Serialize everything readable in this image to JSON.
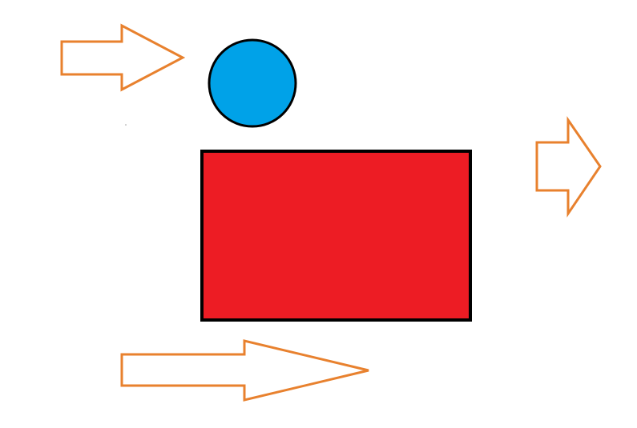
{
  "shapes": {
    "circle": {
      "fill": "#00a2e8",
      "stroke": "#000000"
    },
    "rectangle": {
      "fill": "#ed1c24",
      "stroke": "#000000"
    },
    "arrows": {
      "fill": "#ffffff",
      "stroke": "#e8812e",
      "items": [
        {
          "name": "top-left-arrow",
          "direction": "right"
        },
        {
          "name": "right-arrow",
          "direction": "right"
        },
        {
          "name": "bottom-arrow",
          "direction": "right"
        }
      ]
    }
  }
}
